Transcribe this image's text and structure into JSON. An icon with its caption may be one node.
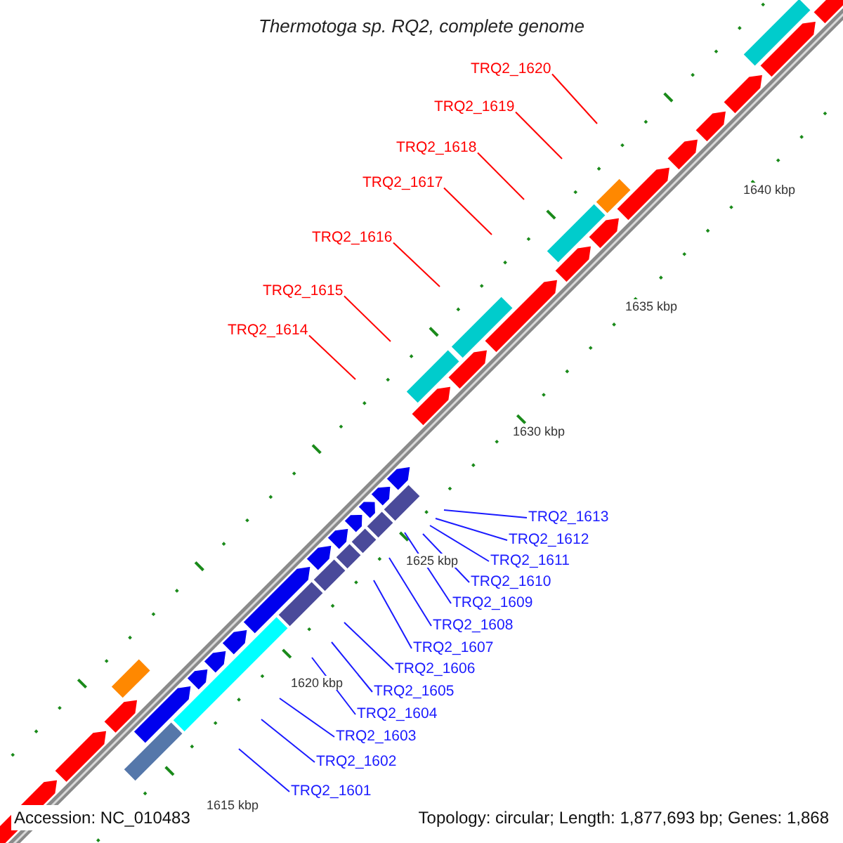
{
  "diagram": {
    "title": "Thermotoga sp. RQ2, complete genome",
    "nodes": [
      {
        "text": [
          "TRQ2_1620"
        ]
      },
      {
        "text": [
          "TRQ2_1619"
        ]
      },
      {
        "text": [
          "TRQ2_1618"
        ]
      },
      {
        "text": [
          "TRQ2_1617"
        ]
      },
      {
        "text": [
          "TRQ2_1616"
        ]
      },
      {
        "text": [
          "TRQ2_1615"
        ]
      },
      {
        "text": [
          "TRQ2_1614"
        ]
      },
      {
        "text": [
          "TRQ2_1613"
        ]
      },
      {
        "text": [
          "TRQ2_1612"
        ]
      },
      {
        "text": [
          "TRQ2_1611"
        ]
      },
      {
        "text": [
          "TRQ2_1610"
        ]
      },
      {
        "text": [
          "TRQ2_1609"
        ]
      },
      {
        "text": [
          "TRQ2_1608"
        ]
      },
      {
        "text": [
          "TRQ2_1607"
        ]
      },
      {
        "text": [
          "TRQ2_1606"
        ]
      },
      {
        "text": [
          "TRQ2_1605"
        ]
      },
      {
        "text": [
          "TRQ2_1604"
        ]
      },
      {
        "text": [
          "TRQ2_1603"
        ]
      },
      {
        "text": [
          "TRQ2_1602"
        ]
      },
      {
        "text": [
          "TRQ2_1601"
        ]
      }
    ],
    "edges": [
      {
        "from": 0,
        "to": null,
        "arrow": "none",
        "color": "#ff0000"
      },
      {
        "from": 1,
        "to": null,
        "arrow": "none",
        "color": "#ff0000"
      },
      {
        "from": 2,
        "to": null,
        "arrow": "none",
        "color": "#ff0000"
      },
      {
        "from": 3,
        "to": null,
        "arrow": "none",
        "color": "#ff0000"
      },
      {
        "from": 4,
        "to": null,
        "arrow": "none",
        "color": "#ff0000"
      },
      {
        "from": 5,
        "to": null,
        "arrow": "none",
        "color": "#ff0000"
      },
      {
        "from": 6,
        "to": null,
        "arrow": "none",
        "color": "#ff0000"
      },
      {
        "from": 7,
        "to": null,
        "arrow": "none"
      },
      {
        "from": 8,
        "to": null,
        "arrow": "none"
      },
      {
        "from": 9,
        "to": null,
        "arrow": "none"
      },
      {
        "from": 10,
        "to": null,
        "arrow": "none"
      },
      {
        "from": 11,
        "to": null,
        "arrow": "none"
      },
      {
        "from": 12,
        "to": null,
        "arrow": "none"
      },
      {
        "from": 13,
        "to": null,
        "arrow": "none"
      },
      {
        "from": 14,
        "to": null,
        "arrow": "none"
      },
      {
        "from": 15,
        "to": null,
        "arrow": "none"
      },
      {
        "from": 16,
        "to": null,
        "arrow": "none"
      },
      {
        "from": 17,
        "to": null,
        "arrow": "none"
      },
      {
        "from": 18,
        "to": null,
        "arrow": "none"
      },
      {
        "from": 19,
        "to": null,
        "arrow": "none"
      }
    ],
    "labels": [
      "1640 kbp",
      "1635 kbp",
      "1630 kbp",
      "1625 kbp",
      "1620 kbp",
      "1615 kbp",
      "Accession: NC_010483",
      "Topology: circular; Length: 1,877,693 bp; Genes: 1,868"
    ]
  }
}
